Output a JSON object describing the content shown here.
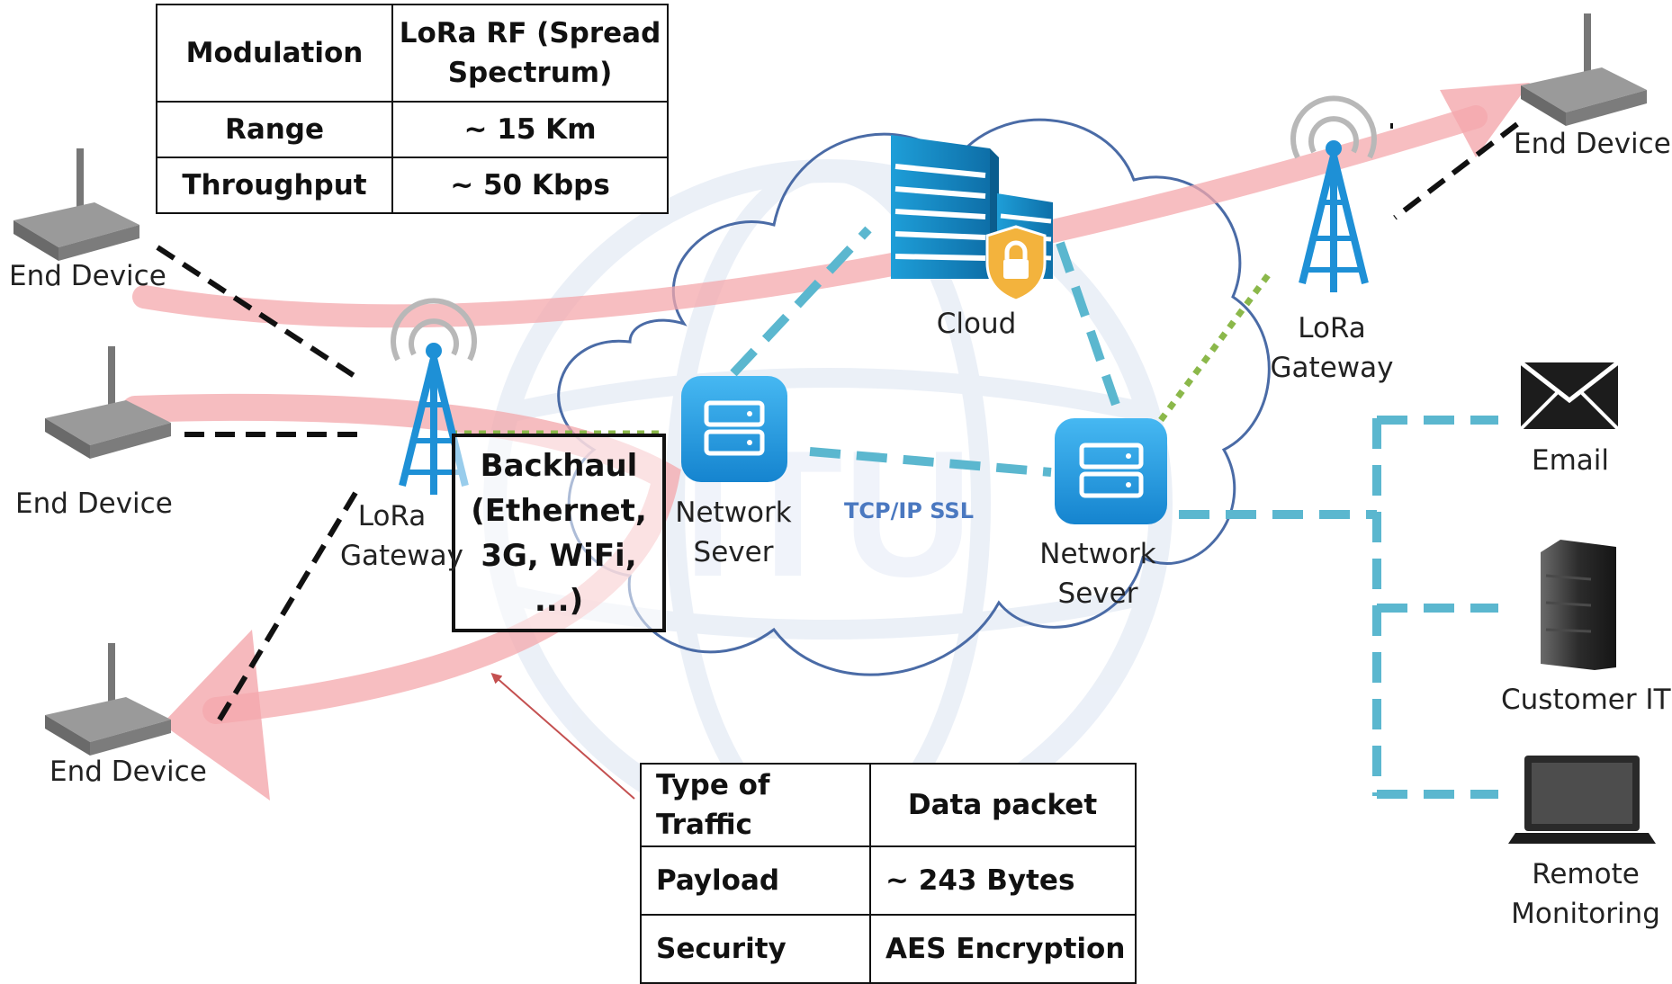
{
  "colors": {
    "arrow": "#f4a8ac",
    "dashed_link": "#5bb7cf",
    "dotted_link": "#8bb84a",
    "black_link": "#111111",
    "server_blue": "#2a9fe4",
    "watermark": "#dde6f3",
    "tcp_label": "#4a78c0"
  },
  "top_table": {
    "rows": [
      {
        "label": "Modulation",
        "value": "LoRa RF (Spread Spectrum)"
      },
      {
        "label": "Range",
        "value": "~ 15 Km"
      },
      {
        "label": "Throughput",
        "value": "~ 50 Kbps"
      }
    ]
  },
  "bottom_table": {
    "rows": [
      {
        "label": "Type of Traffic",
        "value": "Data packet"
      },
      {
        "label": "Payload",
        "value": "~ 243 Bytes"
      },
      {
        "label": "Security",
        "value": "AES Encryption"
      }
    ]
  },
  "labels": {
    "end_device_1": "End Device",
    "end_device_2": "End Device",
    "end_device_3": "End Device",
    "end_device_4": "End Device",
    "gateway_left_line1": "LoRa",
    "gateway_left_line2": "Gateway",
    "gateway_right_line1": "LoRa",
    "gateway_right_line2": "Gateway",
    "cloud": "Cloud",
    "network_server_left_line1": "Network",
    "network_server_left_line2": "Sever",
    "network_server_right_line1": "Network",
    "network_server_right_line2": "Sever",
    "tcp": "TCP/IP SSL",
    "email": "Email",
    "customer_it": "Customer IT",
    "remote_line1": "Remote",
    "remote_line2": "Monitoring"
  },
  "backhaul": {
    "line1": "Backhaul",
    "line2": "(Ethernet,",
    "line3": "3G, WiFi,",
    "line4": "...)"
  },
  "icons": [
    "end-device-icon",
    "lora-tower-icon",
    "server-icon",
    "cloud-building-icon",
    "lock-icon",
    "email-icon",
    "server-rack-icon",
    "laptop-icon",
    "itu-watermark-icon"
  ]
}
